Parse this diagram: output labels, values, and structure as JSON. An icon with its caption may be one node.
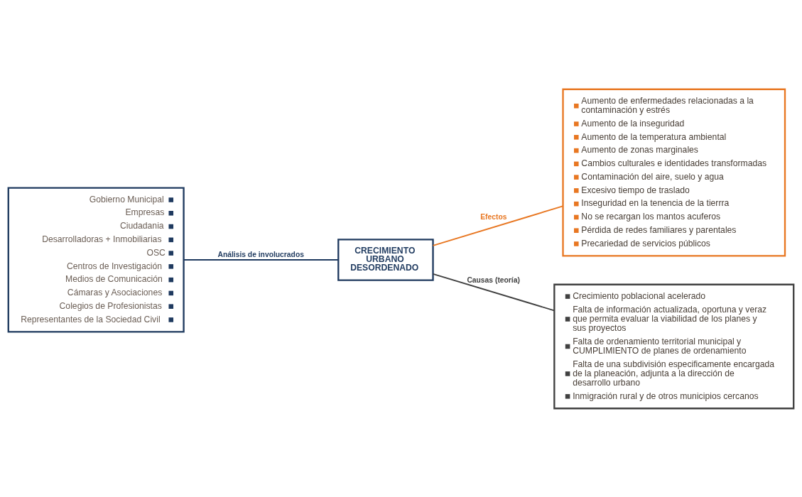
{
  "diagram": {
    "nodes": [
      {
        "text": [
          "CRECIMIENTO URBANO DESORDENADO"
        ]
      },
      {
        "text": [
          "Gobierno Municipal",
          "Empresas",
          "Ciudadania",
          "Desarrolladoras + Inmobiliarias",
          "OSC",
          "Centros de Investigación",
          "Medios de Comunicación",
          "Cámaras y Asociaciones",
          "Colegios de Profesionistas",
          "Representantes de la Sociedad Civil"
        ]
      },
      {
        "text": [
          "Aumento de enfermedades relacionadas a la contaminación y estrés",
          "Aumento de la inseguridad",
          "Aumento de la temperatura ambiental",
          "Aumento de zonas marginales",
          "Cambios culturales e identidades transformadas",
          "Contaminación del aire, suelo y agua",
          "Excesivo tiempo de traslado",
          "Inseguridad en la tenencia de la tierrra",
          "No se recargan los mantos acuferos",
          "Pérdida de redes familiares y parentales",
          "Precariedad de servicios públicos"
        ]
      },
      {
        "text": [
          "Crecimiento poblacional acelerado",
          "Falta de información actualizada, oportuna y veraz que permita evaluar la viabilidad de los planes y sus proyectos",
          "Falta de ordenamiento territorial municipal y CUMPLIMIENTO de planes de ordenamiento",
          "Falta de una subdivisión especificamente encargada de la planeación, adjunta a la dirección de desarrollo urbano",
          "Inmigración rural y de otros municipios cercanos"
        ]
      }
    ],
    "edges": [
      {
        "from": 1,
        "to": 0,
        "arrow": "none",
        "label": "Análisis de involucrados",
        "color": "#1f3a5f"
      },
      {
        "from": 0,
        "to": 2,
        "arrow": "none",
        "label": "Efectos",
        "color": "#e87722"
      },
      {
        "from": 0,
        "to": 3,
        "arrow": "none",
        "label": "Causas (teoría)",
        "color": "#404040"
      }
    ]
  }
}
